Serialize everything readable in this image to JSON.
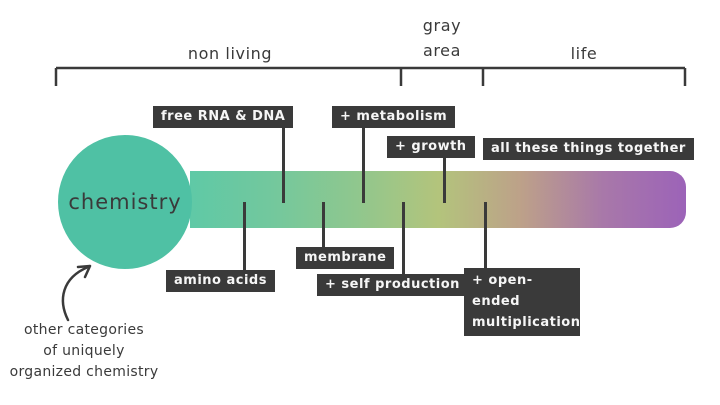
{
  "title_bracket": {
    "sections": [
      {
        "id": "non-living",
        "label": "non living"
      },
      {
        "id": "gray-area",
        "label": "gray area"
      },
      {
        "id": "life",
        "label": "life"
      }
    ]
  },
  "spectrum": {
    "circle_label": "chemistry",
    "circle_color": "#4fc1a4",
    "gradient": [
      "#5fc9a6",
      "#73c89d",
      "#8fc78e",
      "#b3c47c",
      "#bda189",
      "#a878a9",
      "#9c63b8"
    ],
    "milestones_above": [
      {
        "label": "free RNA & DNA"
      },
      {
        "label": "+ metabolism"
      },
      {
        "label": "+ growth"
      },
      {
        "label": "all these things together"
      }
    ],
    "milestones_below": [
      {
        "label": "amino acids"
      },
      {
        "label": "membrane"
      },
      {
        "label": "+ self production"
      },
      {
        "label": "+ open-ended multiplication"
      }
    ]
  },
  "annotation": {
    "lines": [
      "other categories",
      "of uniquely",
      "organized chemistry"
    ]
  },
  "colors": {
    "ink": "#3a3a3a",
    "label_box_bg": "#3a3a3a",
    "label_box_text": "#f6f6f6"
  }
}
